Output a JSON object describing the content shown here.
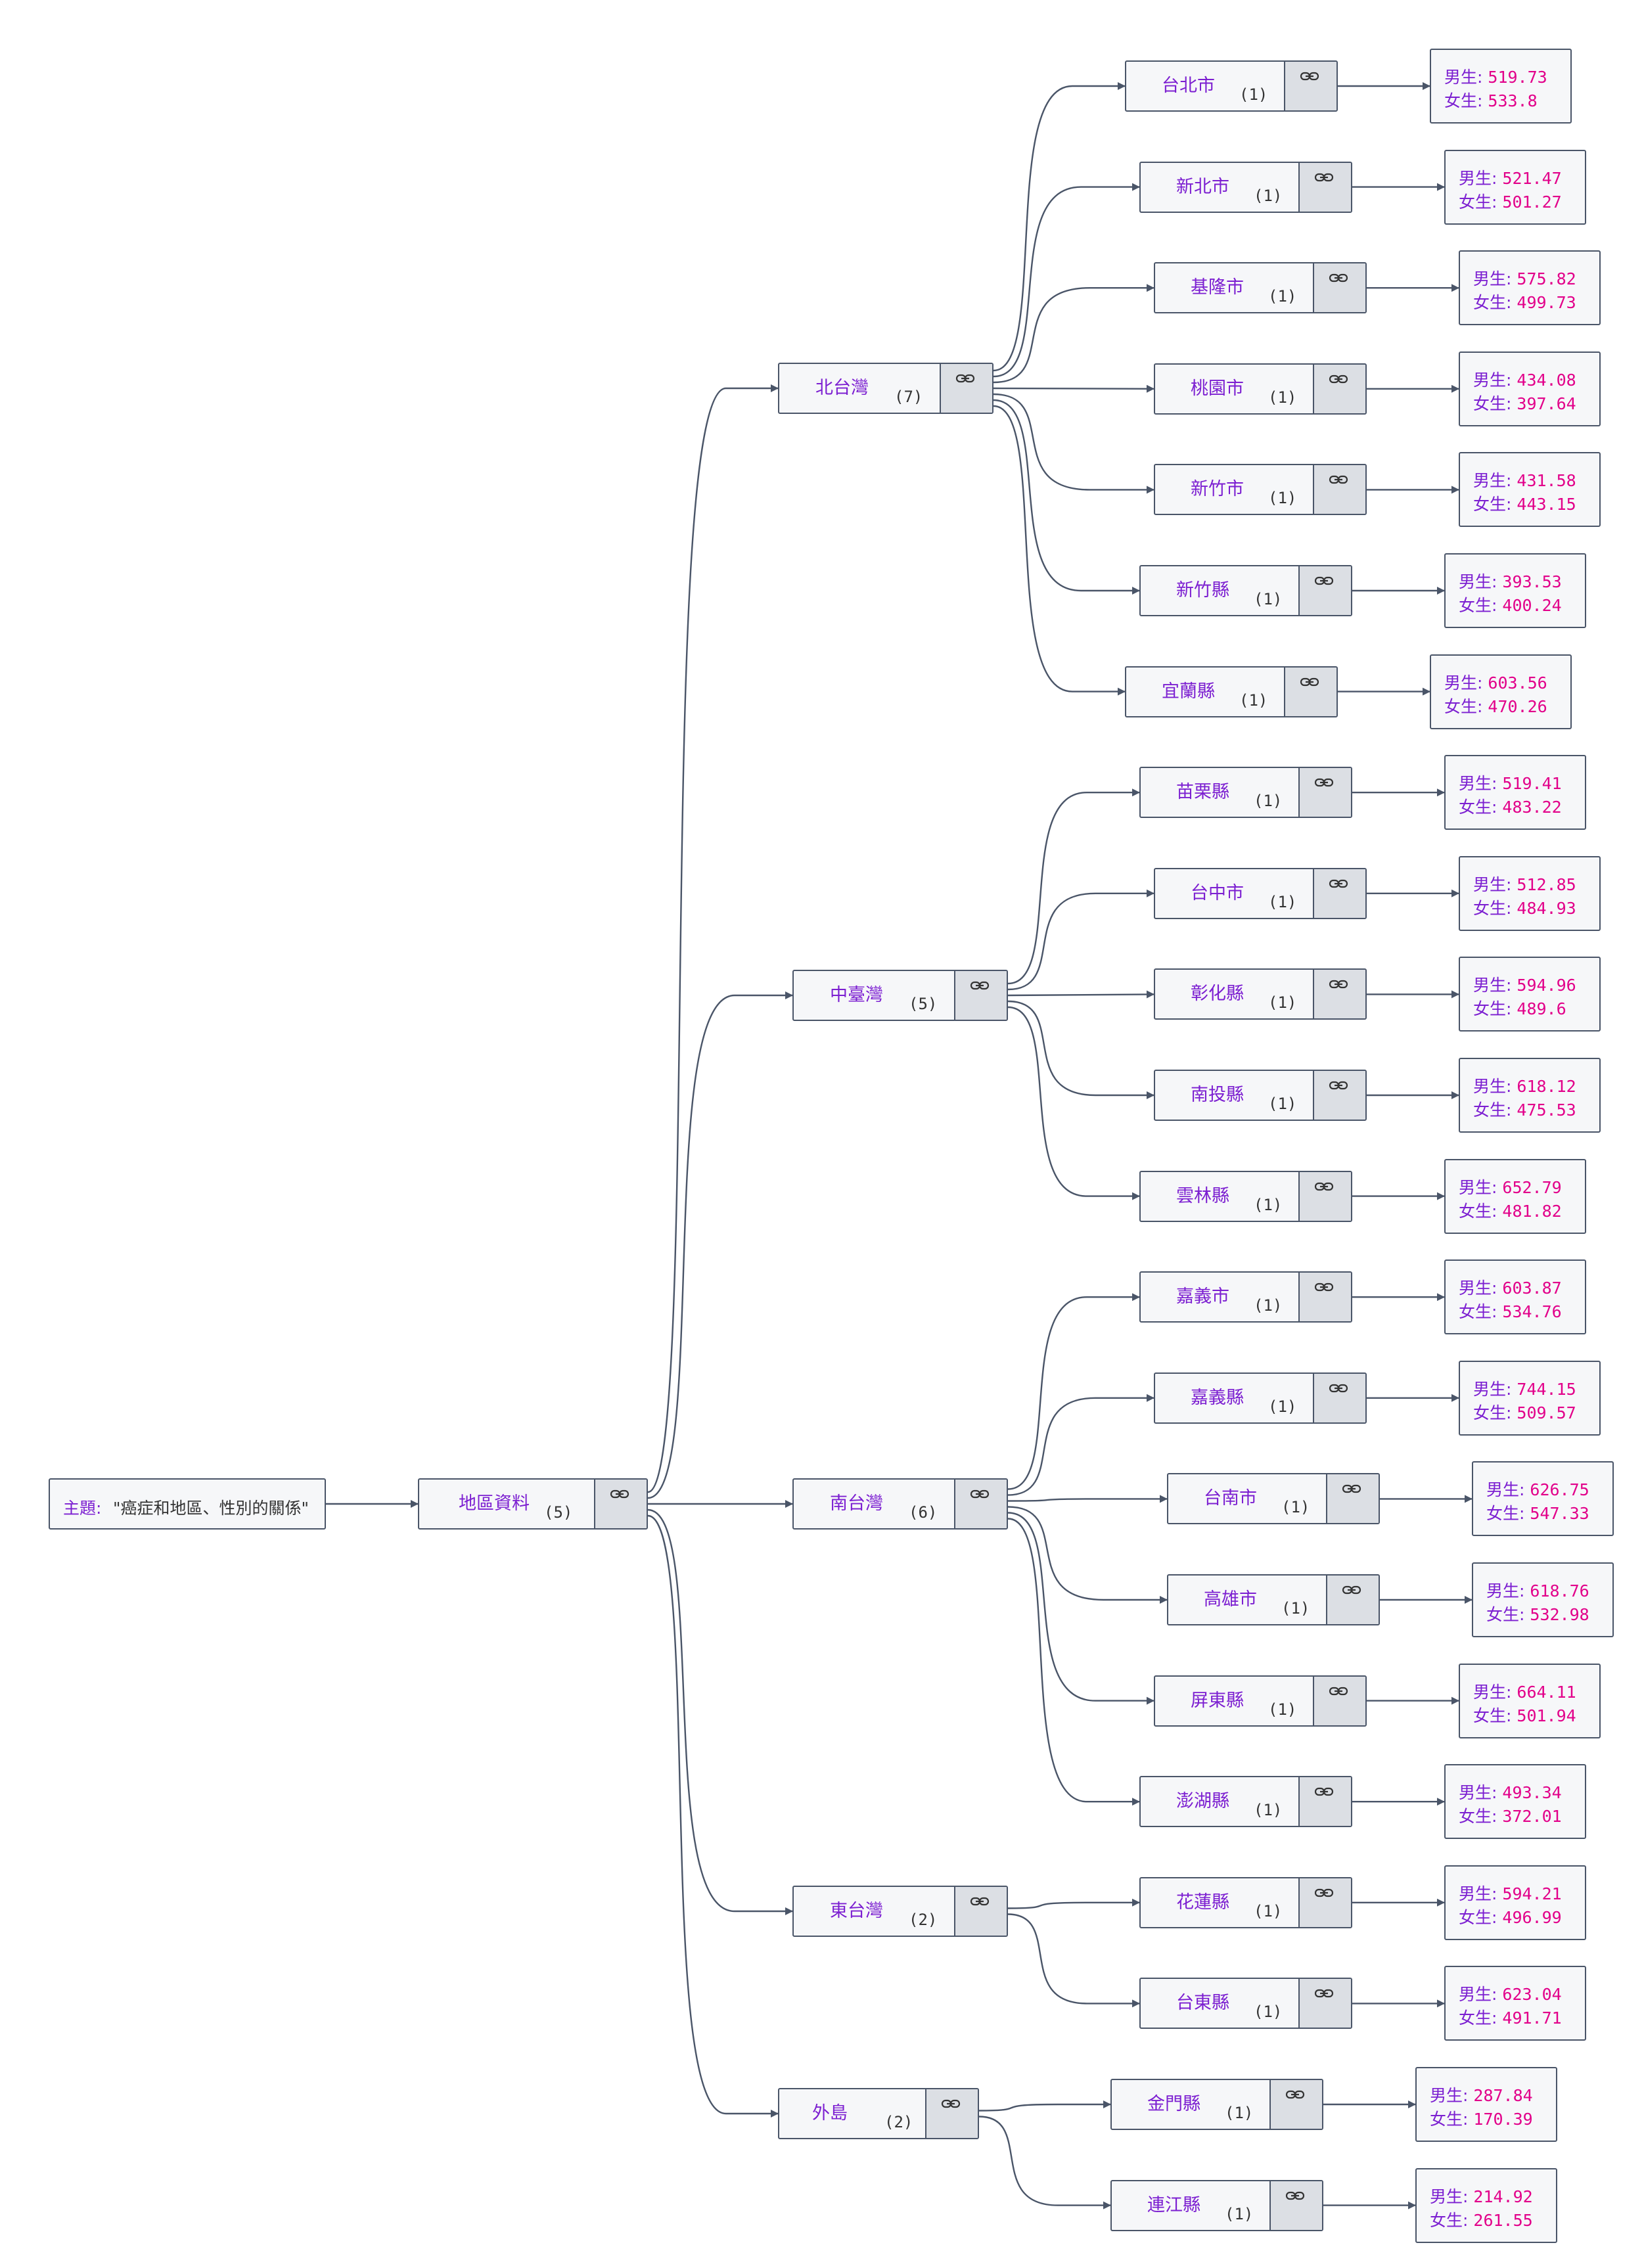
{
  "theme": {
    "line_color": "#4a5568",
    "label_color": "#7c1fd1",
    "value_color": "#e2008a",
    "node_bg": "#f6f7f9",
    "link_bg": "#dcdfe4",
    "link_icon": "link-icon"
  },
  "root": {
    "key": "主題:",
    "value": "\"癌症和地區、性別的關係\""
  },
  "level1": {
    "label": "地區資料",
    "count": "(5)"
  },
  "male_key": "男生:",
  "female_key": "女生:",
  "regions": [
    {
      "label": "北台灣",
      "count": "(7)",
      "cities": [
        {
          "label": "台北市",
          "count": "(1)",
          "male": "519.73",
          "female": "533.8"
        },
        {
          "label": "新北市",
          "count": "(1)",
          "male": "521.47",
          "female": "501.27"
        },
        {
          "label": "基隆市",
          "count": "(1)",
          "male": "575.82",
          "female": "499.73"
        },
        {
          "label": "桃園市",
          "count": "(1)",
          "male": "434.08",
          "female": "397.64"
        },
        {
          "label": "新竹市",
          "count": "(1)",
          "male": "431.58",
          "female": "443.15"
        },
        {
          "label": "新竹縣",
          "count": "(1)",
          "male": "393.53",
          "female": "400.24"
        },
        {
          "label": "宜蘭縣",
          "count": "(1)",
          "male": "603.56",
          "female": "470.26"
        }
      ]
    },
    {
      "label": "中臺灣",
      "count": "(5)",
      "cities": [
        {
          "label": "苗栗縣",
          "count": "(1)",
          "male": "519.41",
          "female": "483.22"
        },
        {
          "label": "台中市",
          "count": "(1)",
          "male": "512.85",
          "female": "484.93"
        },
        {
          "label": "彰化縣",
          "count": "(1)",
          "male": "594.96",
          "female": "489.6"
        },
        {
          "label": "南投縣",
          "count": "(1)",
          "male": "618.12",
          "female": "475.53"
        },
        {
          "label": "雲林縣",
          "count": "(1)",
          "male": "652.79",
          "female": "481.82"
        }
      ]
    },
    {
      "label": "南台灣",
      "count": "(6)",
      "cities": [
        {
          "label": "嘉義市",
          "count": "(1)",
          "male": "603.87",
          "female": "534.76"
        },
        {
          "label": "嘉義縣",
          "count": "(1)",
          "male": "744.15",
          "female": "509.57"
        },
        {
          "label": "台南市",
          "count": "(1)",
          "male": "626.75",
          "female": "547.33"
        },
        {
          "label": "高雄市",
          "count": "(1)",
          "male": "618.76",
          "female": "532.98"
        },
        {
          "label": "屏東縣",
          "count": "(1)",
          "male": "664.11",
          "female": "501.94"
        },
        {
          "label": "澎湖縣",
          "count": "(1)",
          "male": "493.34",
          "female": "372.01"
        }
      ]
    },
    {
      "label": "東台灣",
      "count": "(2)",
      "cities": [
        {
          "label": "花蓮縣",
          "count": "(1)",
          "male": "594.21",
          "female": "496.99"
        },
        {
          "label": "台東縣",
          "count": "(1)",
          "male": "623.04",
          "female": "491.71"
        }
      ]
    },
    {
      "label": "外島",
      "count": "(2)",
      "cities": [
        {
          "label": "金門縣",
          "count": "(1)",
          "male": "287.84",
          "female": "170.39"
        },
        {
          "label": "連江縣",
          "count": "(1)",
          "male": "214.92",
          "female": "261.55"
        }
      ]
    }
  ]
}
